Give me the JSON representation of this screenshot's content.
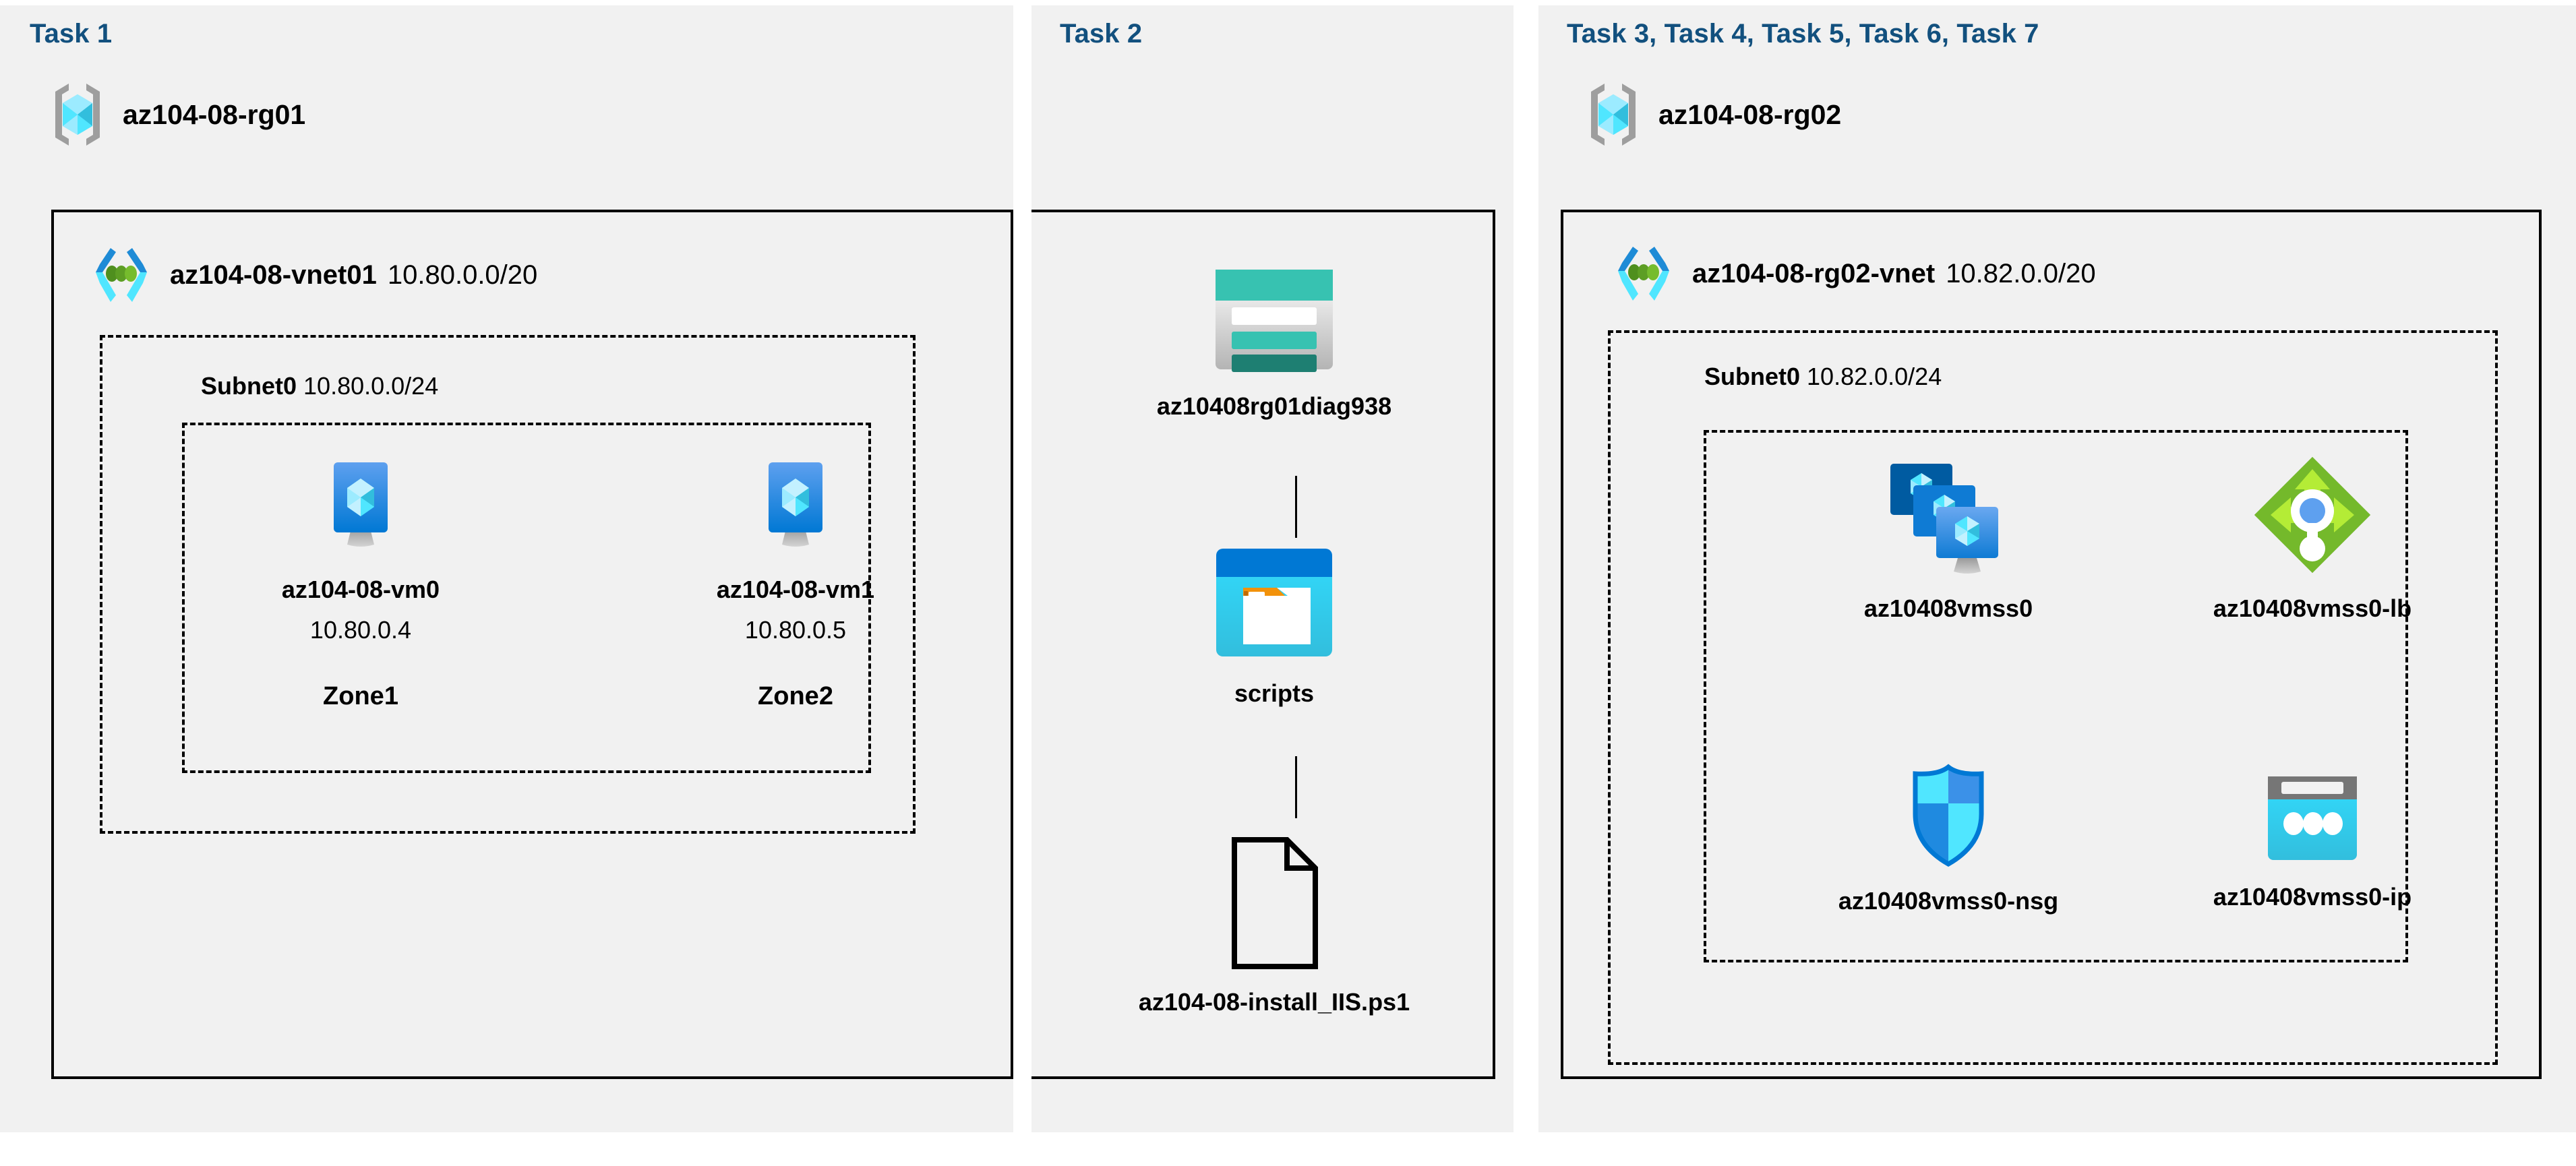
{
  "diagram": {
    "title": "Azure AZ-104 Lab 08 architecture",
    "background": "#f1f1f1",
    "accent": "#12507e"
  },
  "tasks": {
    "task1_label": "Task 1",
    "task2_label": "Task 2",
    "task3_label": "Task 3, Task 4, Task 5, Task 6, Task 7"
  },
  "resource_groups": [
    {
      "id": "rg01",
      "name": "az104-08-rg01",
      "icon": "resource-group-icon"
    },
    {
      "id": "rg02",
      "name": "az104-08-rg02",
      "icon": "resource-group-icon"
    }
  ],
  "vnets": [
    {
      "id": "vnet01",
      "name": "az104-08-vnet01",
      "cidr": "10.80.0.0/20",
      "icon": "virtual-network-icon"
    },
    {
      "id": "vnet02",
      "name": "az104-08-rg02-vnet",
      "cidr": "10.82.0.0/20",
      "icon": "virtual-network-icon"
    }
  ],
  "subnets": [
    {
      "id": "subnet0_vnet01",
      "name": "Subnet0",
      "cidr": "10.80.0.0/24"
    },
    {
      "id": "subnet0_vnet02",
      "name": "Subnet0",
      "cidr": "10.82.0.0/24"
    }
  ],
  "resources": {
    "vm0": {
      "name": "az104-08-vm0",
      "ip": "10.80.0.4",
      "zone": "Zone1",
      "icon": "virtual-machine-icon"
    },
    "vm1": {
      "name": "az104-08-vm1",
      "ip": "10.80.0.5",
      "zone": "Zone2",
      "icon": "virtual-machine-icon"
    },
    "storage": {
      "name": "az10408rg01diag938",
      "icon": "storage-account-icon"
    },
    "container": {
      "name": "scripts",
      "icon": "blob-container-icon"
    },
    "script_file": {
      "name": "az104-08-install_IIS.ps1",
      "icon": "file-document-icon"
    },
    "vmss": {
      "name": "az10408vmss0",
      "icon": "vm-scale-set-icon"
    },
    "load_balancer": {
      "name": "az10408vmss0-lb",
      "icon": "load-balancer-icon"
    },
    "nsg": {
      "name": "az10408vmss0-nsg",
      "icon": "network-security-group-icon"
    },
    "public_ip": {
      "name": "az10408vmss0-ip",
      "icon": "public-ip-address-icon"
    }
  },
  "colors": {
    "task_label": "#12507e",
    "panel_bg": "#f1f1f1",
    "border": "#000000",
    "azure_blue": "#0078d4",
    "azure_cyan": "#50e6ff",
    "storage_teal": "#37c2b1",
    "lb_green": "#76bc2d",
    "nsg_blue": "#0078d4"
  }
}
